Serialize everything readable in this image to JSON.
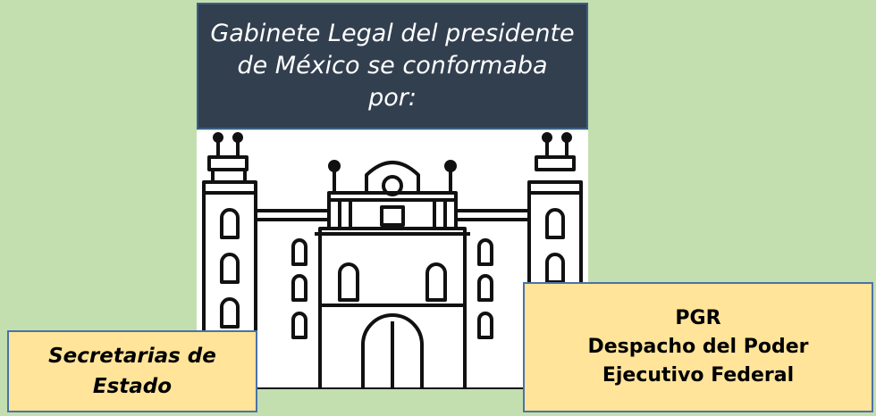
{
  "title": {
    "line1": "Gabinete Legal del presidente",
    "line2": "de México se conformaba",
    "line3": "por:"
  },
  "left_box": {
    "line1": "Secretarias de",
    "line2": "Estado"
  },
  "right_box": {
    "line1": "PGR",
    "line2": "Despacho del Poder",
    "line3": "Ejecutivo Federal"
  },
  "colors": {
    "background": "#c3dfb0",
    "title_fill": "#323f4f",
    "box_fill": "#ffe49a",
    "box_border": "#4a73a6"
  },
  "illustration": "palace-building-icon"
}
